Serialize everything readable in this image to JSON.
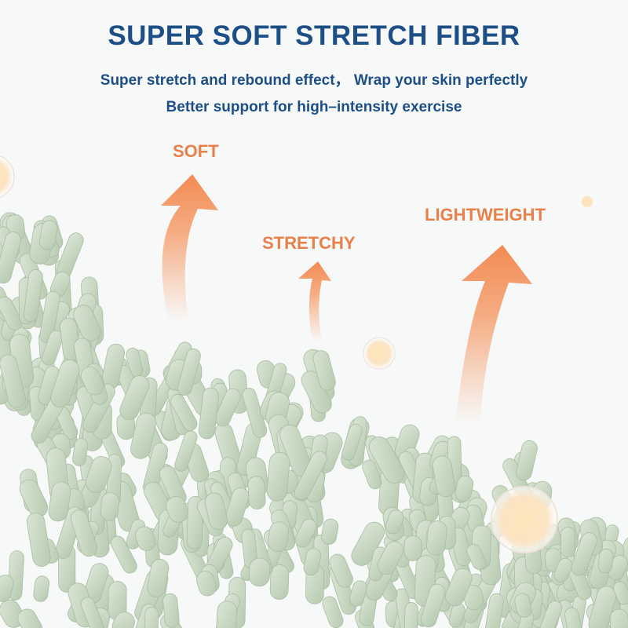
{
  "header": {
    "title": "SUPER SOFT STRETCH FIBER",
    "subtitle_1": "Super stretch and rebound effect， Wrap your skin perfectly",
    "subtitle_2": "Better support for high–intensity exercise"
  },
  "features": [
    {
      "label": "SOFT"
    },
    {
      "label": "STRETCHY"
    },
    {
      "label": "LIGHTWEIGHT"
    }
  ],
  "colors": {
    "title": "#1d4f86",
    "accent": "#e8804a",
    "fiber": "#c8d8c2"
  }
}
